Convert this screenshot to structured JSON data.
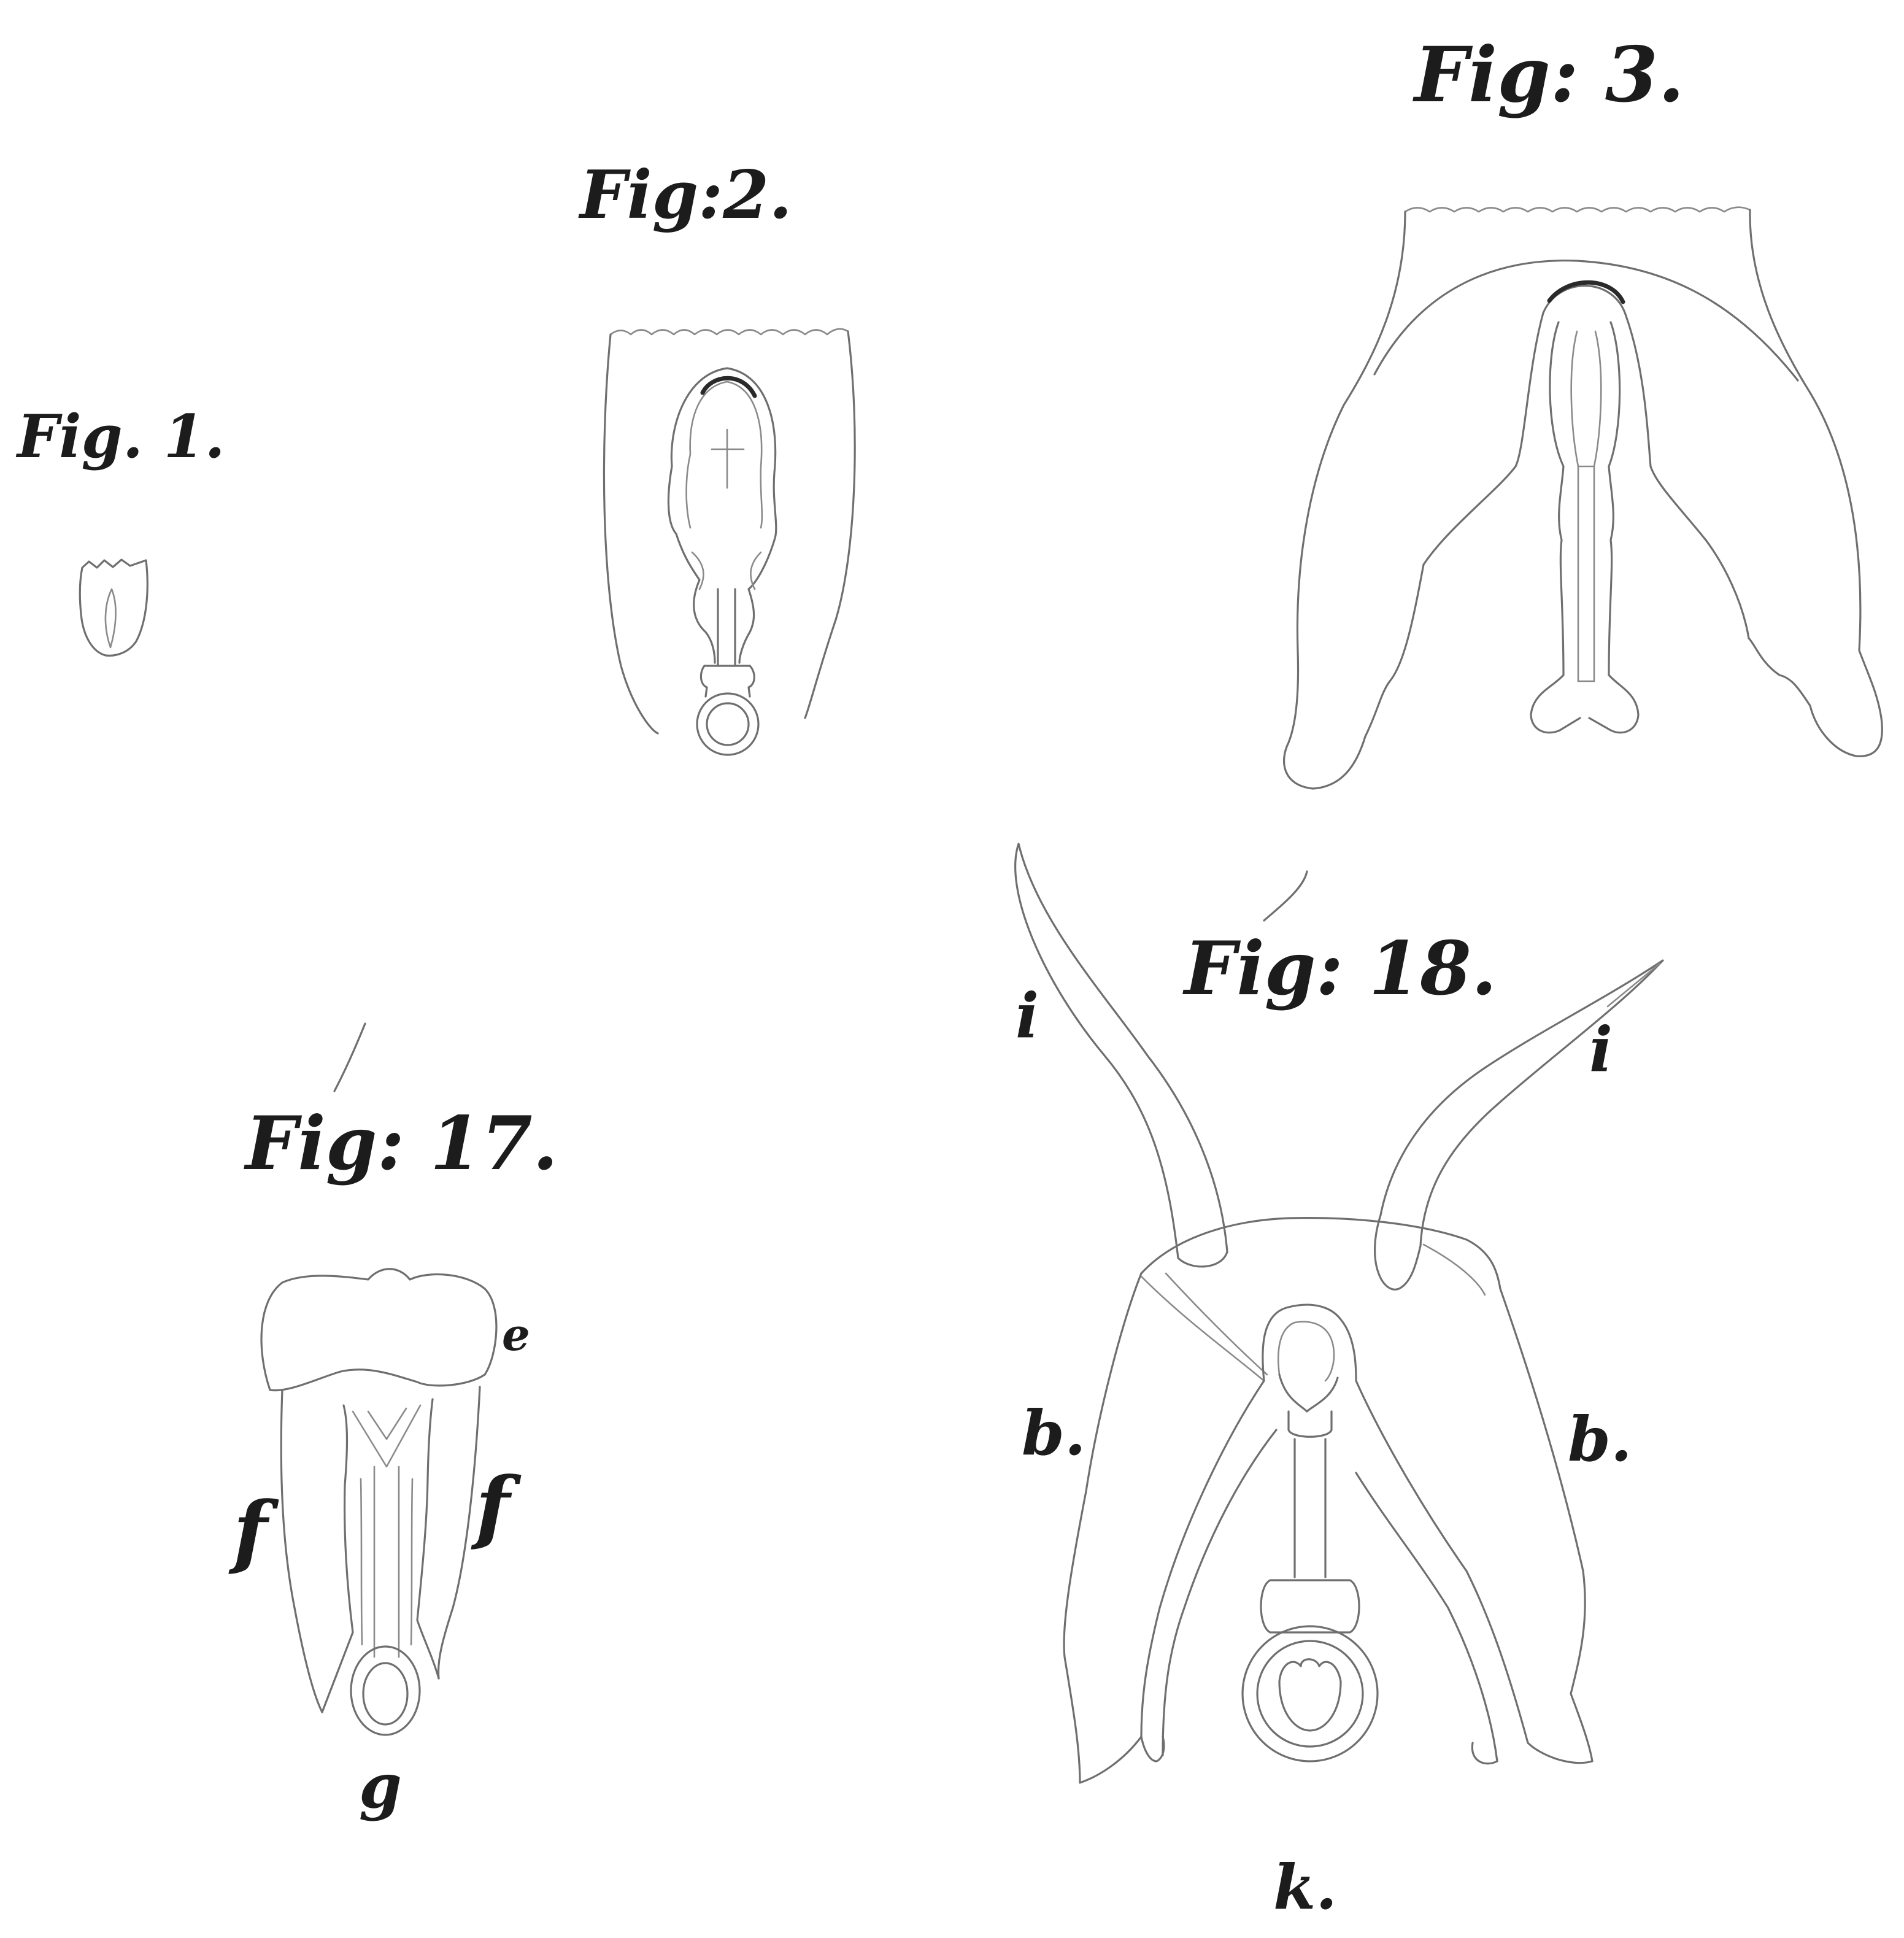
{
  "figures": {
    "fig1": {
      "title": "Fig. 1."
    },
    "fig2": {
      "title": "Fig:2."
    },
    "fig3": {
      "title": "Fig: 3."
    },
    "fig17": {
      "title": "Fig: 17.",
      "labels": {
        "e": "e",
        "f_left": "f",
        "f_right": "f",
        "g": "g"
      }
    },
    "fig18": {
      "title": "Fig: 18.",
      "labels": {
        "i_left": "i",
        "i_right": "i",
        "b_left": "b.",
        "b_right": "b.",
        "k": "k."
      }
    }
  }
}
